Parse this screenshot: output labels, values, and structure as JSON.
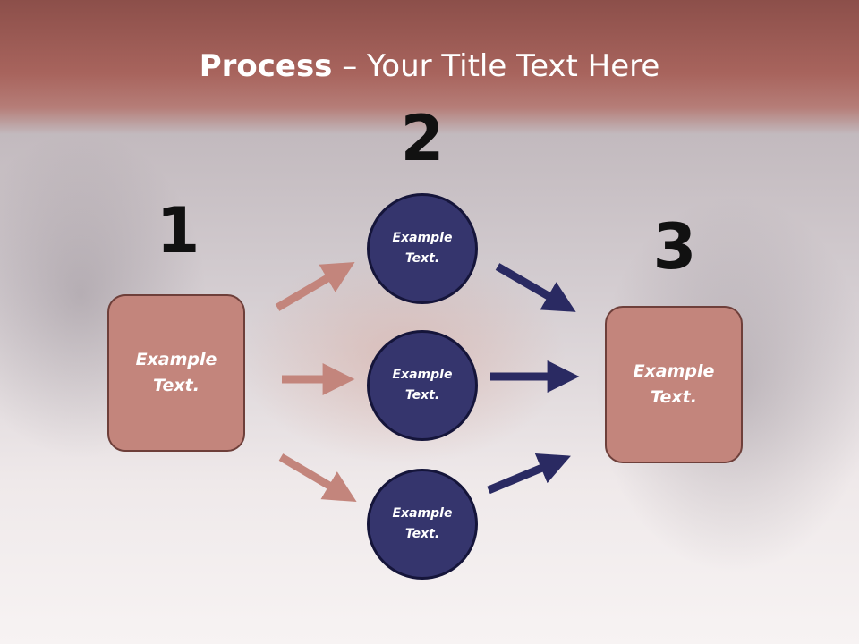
{
  "slide": {
    "title_bold": "Process",
    "title_rest": " – Your Title Text Here"
  },
  "steps": [
    {
      "number": "1",
      "text": "Example Text."
    },
    {
      "number": "2",
      "text": "Example Text."
    },
    {
      "number": "3",
      "text": "Example Text."
    }
  ],
  "circles": [
    {
      "text": "Example Text."
    },
    {
      "text": "Example Text."
    },
    {
      "text": "Example Text."
    }
  ],
  "colors": {
    "title_band": "#a8645d",
    "box_fill": "#c3857c",
    "circle_fill": "#35356d",
    "arrow_left": "#c3857c",
    "arrow_right": "#2a2a62"
  }
}
